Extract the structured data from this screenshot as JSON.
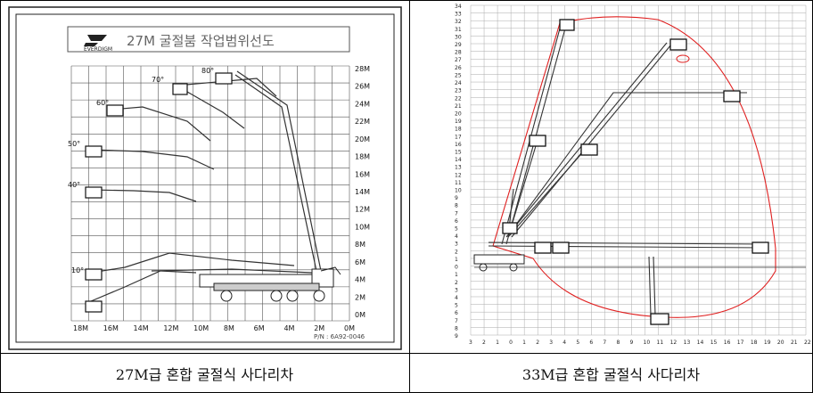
{
  "captions": {
    "left": "27M급 혼합 굴절식 사다리차",
    "right": "33M급 혼합 굴절식 사다리차"
  },
  "left_chart": {
    "logo_text": "EVERDIGM",
    "title": "27M 굴절붐 작업범위선도",
    "right_axis": [
      "28M",
      "26M",
      "24M",
      "22M",
      "20M",
      "18M",
      "16M",
      "14M",
      "12M",
      "10M",
      "8M",
      "6M",
      "4M",
      "2M",
      "0M"
    ],
    "bottom_axis": [
      "18M",
      "16M",
      "14M",
      "12M",
      "10M",
      "8M",
      "6M",
      "4M",
      "2M",
      "0M"
    ],
    "angles": [
      "80°",
      "70°",
      "60°",
      "50°",
      "40°",
      "10°"
    ],
    "part_number": "P/N : 6A92-0046"
  },
  "right_chart": {
    "y_labels": [
      "34",
      "33",
      "32",
      "31",
      "30",
      "29",
      "28",
      "27",
      "26",
      "25",
      "24",
      "23",
      "22",
      "21",
      "20",
      "19",
      "18",
      "17",
      "16",
      "15",
      "14",
      "13",
      "12",
      "11",
      "10",
      "9",
      "8",
      "7",
      "6",
      "5",
      "4",
      "3",
      "2",
      "1",
      "0",
      "1",
      "2",
      "3",
      "4",
      "5",
      "6",
      "7",
      "8",
      "9"
    ],
    "x_labels": [
      "3",
      "2",
      "1",
      "0",
      "1",
      "2",
      "3",
      "4",
      "5",
      "6",
      "7",
      "8",
      "9",
      "10",
      "11",
      "12",
      "13",
      "14",
      "15",
      "16",
      "17",
      "18",
      "19",
      "20",
      "21",
      "22"
    ],
    "envelope_color": "#e02020"
  }
}
